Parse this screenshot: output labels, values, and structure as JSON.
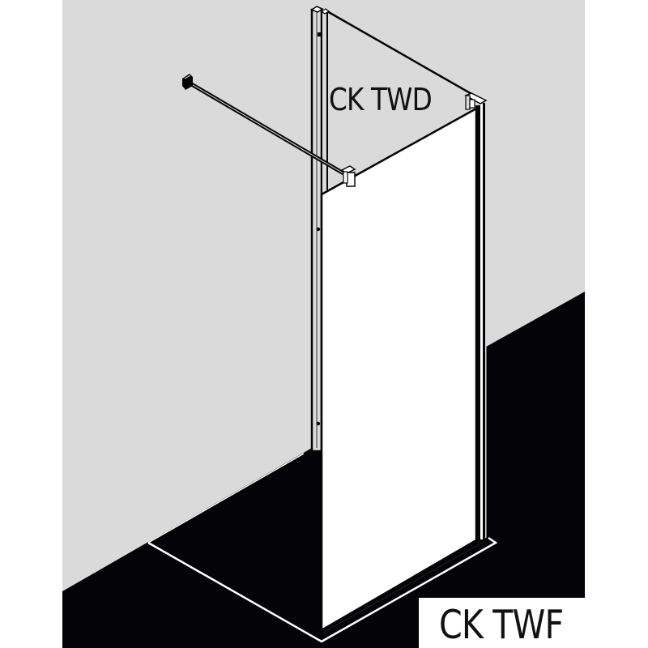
{
  "diagram": {
    "type": "product-installation-illustration",
    "subject": "walk-in shower screen with stabilizer rod",
    "labels": {
      "back_panel": "CK TWD",
      "front_panel": "CK TWF"
    },
    "colors": {
      "wall": "#d9dad9",
      "floor": "#040408",
      "glass": "#ffffff",
      "frame": "#050505",
      "background": "#ffffff"
    },
    "components": [
      {
        "name": "wall-profile",
        "description": "vertical wall-mounted profile"
      },
      {
        "name": "back-panel",
        "label": "CK TWD"
      },
      {
        "name": "front-panel",
        "label": "CK TWF"
      },
      {
        "name": "stabilizer-rod",
        "description": "diagonal wall stabilizer bar with wall bracket and glass clamp"
      },
      {
        "name": "floor-outline",
        "description": "white floor footprint line"
      }
    ]
  }
}
